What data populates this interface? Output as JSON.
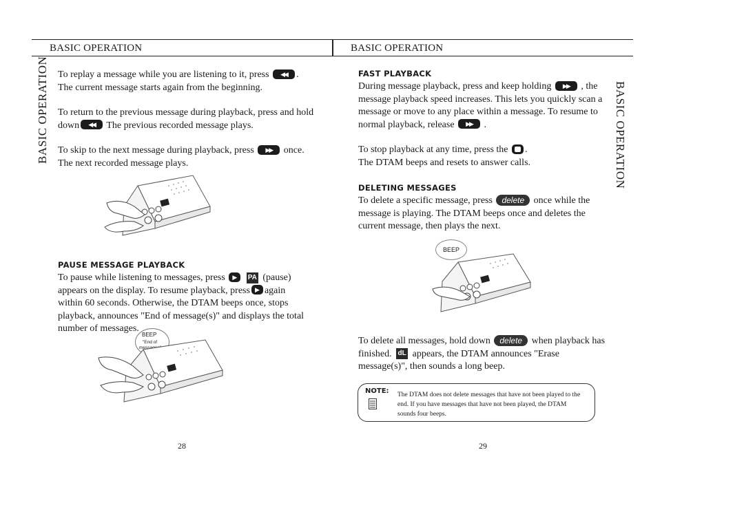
{
  "left_page": {
    "header": "BASIC OPERATION",
    "side_title": "BASIC OPERATION",
    "para1": {
      "a": "To replay a message while you are listening to it, press",
      "b": ".",
      "c": "The current message starts again from the beginning."
    },
    "para2": {
      "a": "To return to the previous message during playback, press and hold",
      "b": "down",
      "c": "The previous recorded message plays."
    },
    "para3": {
      "a": "To skip to the next message during playback, press",
      "b": "once.",
      "c": "The next recorded message plays."
    },
    "pause_heading": "PAUSE MESSAGE PLAYBACK",
    "pause": {
      "l1a": "To pause while listening to messages, press",
      "l1b": "(pause)",
      "l2a": "appears on the display.  To resume playback, press",
      "l2b": "again",
      "l3": "within 60 seconds.  Otherwise, the DTAM beeps once, stops",
      "l4": "playback, announces \"End of message(s)\" and displays the total",
      "l5": "number of messages."
    },
    "lcd_pause": "PA",
    "beep_label": "BEEP",
    "bubble_text_1": "\"End of",
    "bubble_text_2": "messages\"",
    "page_number": "28"
  },
  "right_page": {
    "header": "BASIC OPERATION",
    "side_title": "BASIC OPERATION",
    "fast_heading": "FAST PLAYBACK",
    "fast": {
      "l1a": "During message playback, press and keep holding",
      "l1b": ", the",
      "l2": "message playback speed increases.  This lets you quickly scan a",
      "l3": "message or move to any place within a message.  To resume to",
      "l4a": "normal playback, release",
      "l4b": "."
    },
    "stop": {
      "l1a": "To stop playback at any time, press the",
      "l1b": ".",
      "l2": "The DTAM beeps and resets to answer calls."
    },
    "delete_heading": "DELETING MESSAGES",
    "delete_one": {
      "l1a": "To delete a specific message, press",
      "l1b": "once while the",
      "l2": "message is playing.  The DTAM beeps once and deletes the",
      "l3": "current message, then plays the next."
    },
    "delete_key": "delete",
    "beep_label": "BEEP",
    "delete_all": {
      "l1a": "To delete all messages, hold down",
      "l1b": "when playback has",
      "l2a": "finished.",
      "l2b": "appears, the DTAM announces \"Erase",
      "l3": "message(s)\", then sounds a long beep."
    },
    "lcd_dl": "dL",
    "note": {
      "label": "NOTE:",
      "l1": "The DTAM does not delete messages that have not been played to the",
      "l2": "end. If you have messages that have not been played, the DTAM",
      "l3": "sounds four beeps."
    },
    "page_number": "29"
  }
}
